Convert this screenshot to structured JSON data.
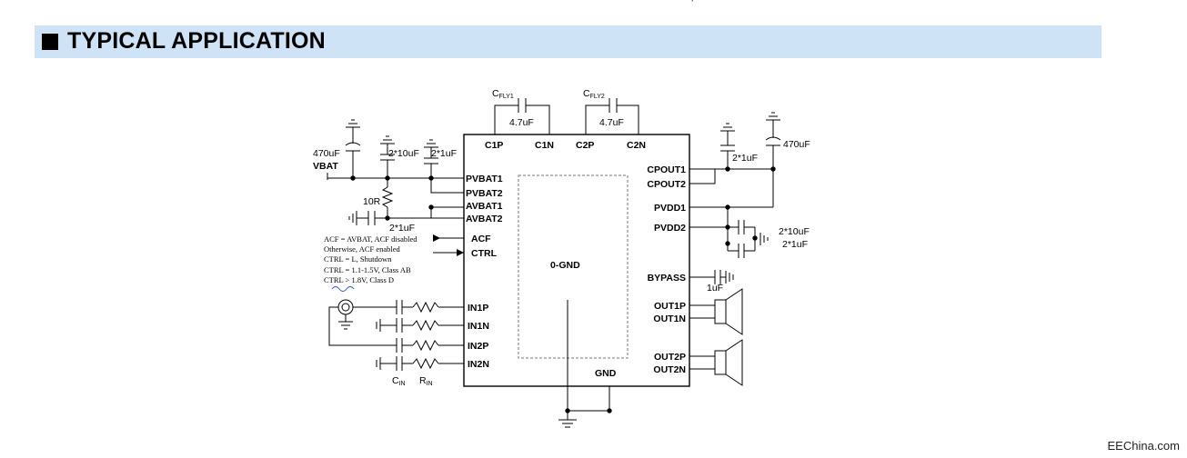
{
  "header": {
    "title": "TYPICAL APPLICATION"
  },
  "top_strip": {
    "text": "p                  i                                              "
  },
  "watermark": "EEChina.com",
  "ic": {
    "top_pins": [
      "C1P",
      "C1N",
      "C2P",
      "C2N"
    ],
    "left_pins": [
      "PVBAT1",
      "PVBAT2",
      "AVBAT1",
      "AVBAT2",
      "ACF",
      "CTRL",
      "IN1P",
      "IN1N",
      "IN2P",
      "IN2N"
    ],
    "right_pins": [
      "CPOUT1",
      "CPOUT2",
      "PVDD1",
      "PVDD2",
      "BYPASS",
      "OUT1P",
      "OUT1N",
      "OUT2P",
      "OUT2N"
    ],
    "center_label": "0-GND",
    "gnd_label": "GND"
  },
  "components": {
    "cfly1": "C",
    "cfly1_sub": "FLY1",
    "cfly2": "C",
    "cfly2_sub": "FLY2",
    "cfly1_value": "4.7uF",
    "cfly2_value": "4.7uF",
    "vbat_cap": "470uF",
    "vbat_label": "VBAT",
    "cap_2x10": "2*10uF",
    "cap_2x1_top": "2*1uF",
    "res_10r": "10R",
    "cap_2x1_av": "2*1uF",
    "cpout_cap": "2*1uF",
    "cpout_470": "470uF",
    "pvdd2_cap_a": "2*10uF",
    "pvdd2_cap_b": "2*1uF",
    "bypass_cap": "1uF",
    "cin": "C",
    "cin_sub": "IN",
    "rin": "R",
    "rin_sub": "IN"
  },
  "notes": [
    "ACF = AVBAT, ACF disabled",
    "Otherwise, ACF enabled",
    "CTRL = L, Shutdown",
    "CTRL = 1.1-1.5V, Class AB",
    "CTRL > 1.8V, Class D"
  ]
}
